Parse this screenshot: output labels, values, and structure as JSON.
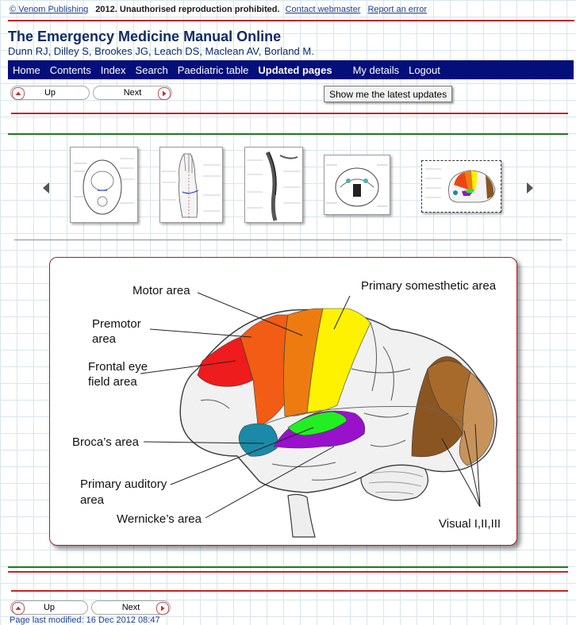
{
  "header": {
    "copyright_link": "© Venom Publishing",
    "copyright_text": "2012. Unauthorised reproduction prohibited.",
    "contact_link": "Contact webmaster",
    "report_link": "Report an error",
    "title": "The Emergency Medicine Manual Online",
    "authors": "Dunn RJ, Dilley S, Brookes JG, Leach DS, Maclean AV, Borland M."
  },
  "nav": {
    "items": [
      "Home",
      "Contents",
      "Index",
      "Search",
      "Paediatric table",
      "Updated pages",
      "My details",
      "Logout"
    ],
    "tooltip": "Show me the latest updates"
  },
  "pager": {
    "up_label": "Up",
    "next_label": "Next"
  },
  "diagram": {
    "labels": {
      "motor": "Motor area",
      "somesthetic": "Primary somesthetic area",
      "premotor_1": "Premotor",
      "premotor_2": "area",
      "frontal_1": "Frontal eye",
      "frontal_2": "field area",
      "broca": "Broca’s area",
      "auditory_1": "Primary auditory",
      "auditory_2": "area",
      "wernicke": "Wernicke’s area",
      "visual": "Visual I,II,III"
    },
    "colors": {
      "frontal_eye": "#ee1c1c",
      "premotor": "#f25c14",
      "motor": "#ee7b10",
      "somesthetic": "#fff200",
      "broca": "#1a8aa8",
      "auditory": "#22ee22",
      "wernicke": "#9911cc",
      "visual_1": "#8a5520",
      "visual_2": "#a86a2a",
      "visual_3": "#c8935a"
    }
  },
  "footer": {
    "modified": "Page last modified: 16 Dec 2012 08:47"
  },
  "colors": {
    "navbar": "#050f7a",
    "rule_red": "#cc2222",
    "rule_green": "#1d7a1d",
    "title": "#0f2b66"
  }
}
